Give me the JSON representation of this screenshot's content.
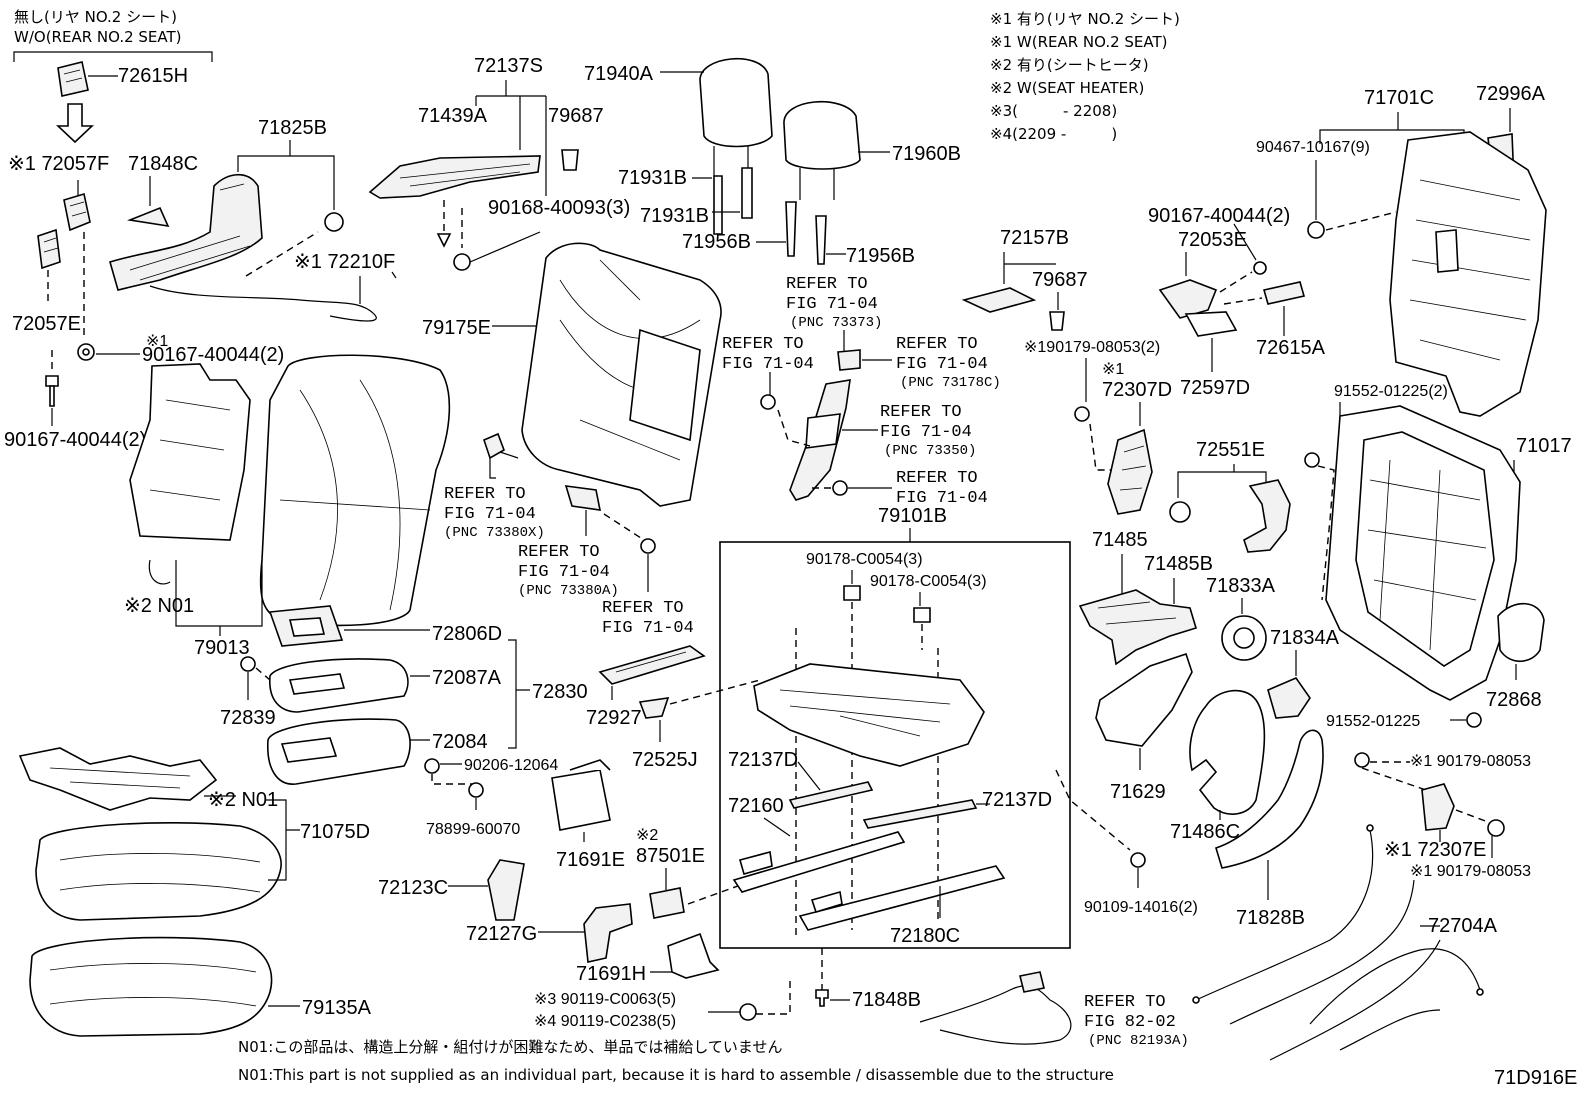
{
  "notes_top_left": {
    "jp": "無し(リヤ NO.2 シート)",
    "en": "W/O(REAR NO.2 SEAT)"
  },
  "legend": [
    "※1 有り(リヤ NO.2 シート)",
    "※1 W(REAR NO.2 SEAT)",
    "※2 有り(シートヒータ)",
    "※2 W(SEAT HEATER)",
    "※3(　　　- 2208)",
    "※4(2209 -　　　)"
  ],
  "parts": {
    "p72615H": "72615H",
    "p72057F": "※1 72057F",
    "p72057E": "72057E",
    "p71848C": "71848C",
    "p71825B": "71825B",
    "p72210F": "※1 72210F",
    "p90167a_mark": "※1",
    "p90167a": "90167-40044(2)",
    "p90167b": "90167-40044(2)",
    "p72137S": "72137S",
    "p71439A": "71439A",
    "p79687a": "79687",
    "p90168": "90168-40093(3)",
    "p71940A": "71940A",
    "p71931B1": "71931B",
    "p71931B2": "71931B",
    "p71960B": "71960B",
    "p71956B1": "71956B",
    "p71956B2": "71956B",
    "p79175E": "79175E",
    "p79013": "79013",
    "pN01a": "※2 N01",
    "p72806D": "72806D",
    "p72087A": "72087A",
    "p72830": "72830",
    "p72839": "72839",
    "p72084": "72084",
    "p90206": "90206-12064",
    "p78899": "78899-60070",
    "pN01b": "※2 N01",
    "p71075D": "71075D",
    "p79135A": "79135A",
    "p72927": "72927",
    "p72525J": "72525J",
    "p71691E": "71691E",
    "p87501E": "87501E",
    "p87501E_mark": "※2",
    "p72123C": "72123C",
    "p72127G": "72127G",
    "p71691H": "71691H",
    "p90119a": "※3 90119-C0063(5)",
    "p90119b": "※4 90119-C0238(5)",
    "p72157B": "72157B",
    "p79687b": "79687",
    "p79101B": "79101B",
    "p90178a": "90178-C0054(3)",
    "p90178b": "90178-C0054(3)",
    "p72137D1": "72137D",
    "p72137D2": "72137D",
    "p72160": "72160",
    "p72180C": "72180C",
    "p71848B": "71848B",
    "p90167c": "90167-40044(2)",
    "p72053E": "72053E",
    "p72615A": "72615A",
    "p72597D": "72597D",
    "p190179": "※190179-08053(2)",
    "p72307D_mark": "※1",
    "p72307D": "72307D",
    "p72551E": "72551E",
    "p71485": "71485",
    "p71485B": "71485B",
    "p71833A": "71833A",
    "p71629": "71629",
    "p71486C": "71486C",
    "p71828B": "71828B",
    "p72704A": "72704A",
    "p90109": "90109-14016(2)",
    "p71701C": "71701C",
    "p72996A": "72996A",
    "p90467": "90467-10167(9)",
    "p91552a": "91552-01225(2)",
    "p71017": "71017",
    "p71834A": "71834A",
    "p72868": "72868",
    "p91552b": "91552-01225",
    "p90179a": "※1 90179-08053",
    "p72307E": "※1 72307E",
    "p90179b": "※1 90179-08053"
  },
  "refs": {
    "r1": [
      "REFER TO",
      "FIG 71-04",
      "(PNC 73373)"
    ],
    "r2": [
      "REFER TO",
      "FIG 71-04"
    ],
    "r3": [
      "REFER TO",
      "FIG 71-04",
      "(PNC 73178C)"
    ],
    "r4": [
      "REFER TO",
      "FIG 71-04",
      "(PNC 73350)"
    ],
    "r5": [
      "REFER TO",
      "FIG 71-04"
    ],
    "r6": [
      "REFER TO",
      "FIG 71-04",
      "(PNC 73380X)"
    ],
    "r7": [
      "REFER TO",
      "FIG 71-04",
      "(PNC 73380A)"
    ],
    "r8": [
      "REFER TO",
      "FIG 71-04"
    ],
    "r9": [
      "REFER TO",
      "FIG 82-02",
      "(PNC 82193A)"
    ]
  },
  "footnote": {
    "jp": "N01:この部品は、構造上分解・組付けが困難なため、単品では補給していません",
    "en": "N01:This part is not supplied as an individual part, because it is hard to assemble / disassemble due to the structure"
  },
  "figure_code": "71D916E"
}
